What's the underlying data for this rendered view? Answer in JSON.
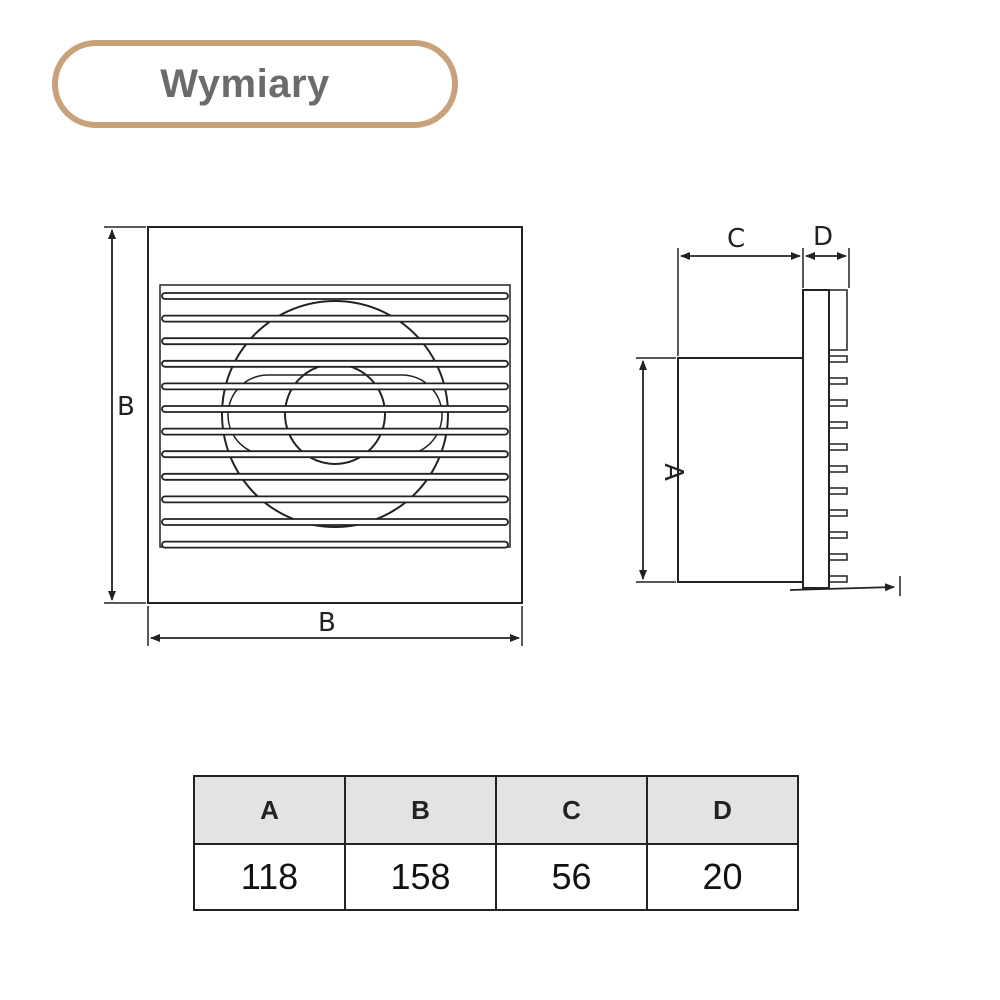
{
  "header": {
    "title": "Wymiary"
  },
  "front_view": {
    "label_height": "B",
    "label_width": "B"
  },
  "side_view": {
    "label_depth_body": "C",
    "label_depth_grille": "D",
    "label_height": "A"
  },
  "dimensions_table": {
    "headers": [
      "A",
      "B",
      "C",
      "D"
    ],
    "values": [
      "118",
      "158",
      "56",
      "20"
    ]
  },
  "colors": {
    "pill_border": "#c8a27a",
    "title_text": "#6b6b6b",
    "line": "#222222",
    "header_bg": "#e3e3e3"
  }
}
